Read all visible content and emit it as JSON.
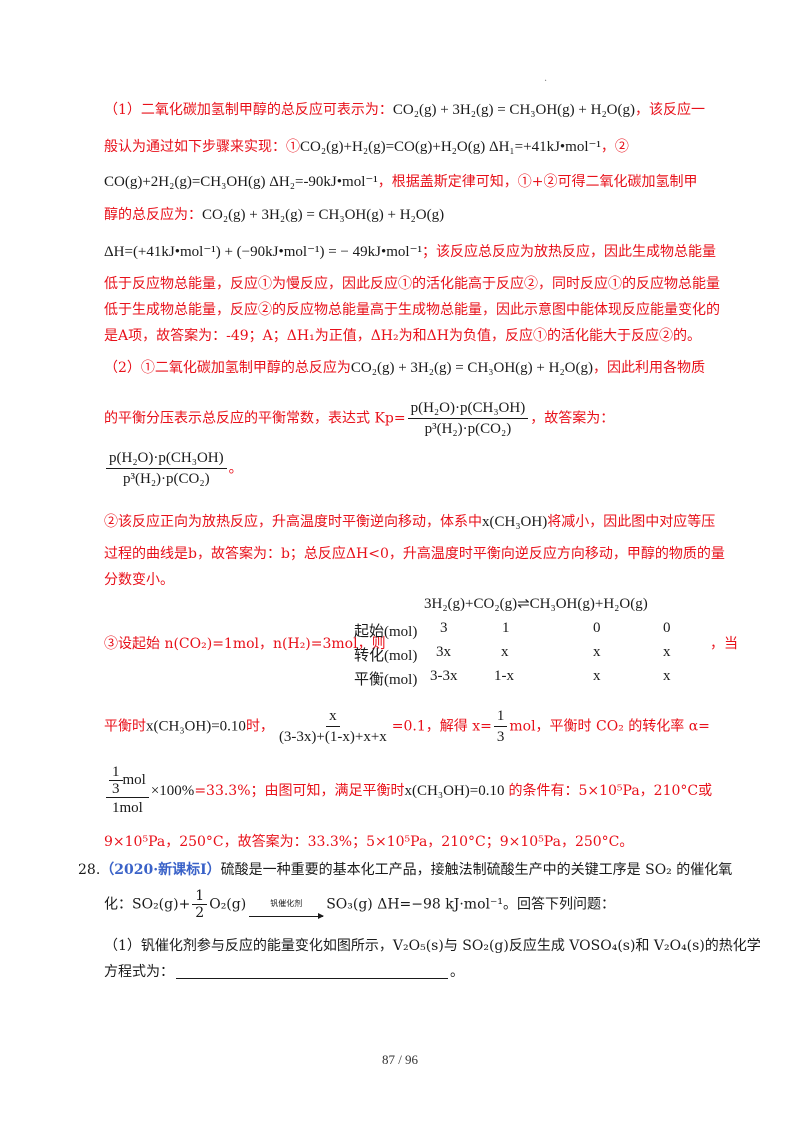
{
  "dot_mark": "·",
  "p1": {
    "intro": "（1）二氧化碳加氢制甲醇的总反应可表示为：",
    "total_eq": "CO₂(g) + 3H₂(g) = CH₃OH(g) + H₂O(g)",
    "intro_tail": "，该反应一",
    "l2_a": "般认为通过如下步骤来实现：①",
    "step1": "CO₂(g)+H₂(g)=CO(g)+H₂O(g)   ΔH₁=+41kJ•mol⁻¹",
    "l2_b": "，②",
    "step2": "CO(g)+2H₂(g)=CH₃OH(g)   ΔH₂=-90kJ•mol⁻¹",
    "l3_b": "，根据盖斯定律可知，①+②可得二氧化碳加氢制甲",
    "l4_a": "醇的总反应为：",
    "total_eq2": "CO₂(g) + 3H₂(g) = CH₃OH(g) + H₂O(g)",
    "dh_expr": "ΔH=(+41kJ•mol⁻¹) + (−90kJ•mol⁻¹) = − 49kJ•mol⁻¹",
    "l5_b": "；该反应总反应为放热反应，因此生成物总能量",
    "l6": "低于反应物总能量，反应①为慢反应，因此反应①的活化能高于反应②，同时反应①的反应物总能量",
    "l7": "低于生成物总能量，反应②的反应物总能量高于生成物总能量，因此示意图中能体现反应能量变化的",
    "l8": "是A项，故答案为：-49；A；ΔH₁为正值，ΔH₂为和ΔH为负值，反应①的活化能大于反应②的。"
  },
  "p2": {
    "l1_a": "（2）①二氧化碳加氢制甲醇的总反应为",
    "eq": "CO₂(g) + 3H₂(g) = CH₃OH(g) + H₂O(g)",
    "l1_b": "，因此利用各物质",
    "l2_a": "的平衡分压表示总反应的平衡常数，表达式 Kp=",
    "kp_num": "p(H₂O)·p(CH₃OH)",
    "kp_den": "p³(H₂)·p(CO₂)",
    "l2_b": "，故答案为：",
    "ans_tail": "。",
    "l4_a": "②该反应正向为放热反应，升高温度时平衡逆向移动，体系中",
    "x_ch3oh": "x(CH₃OH)",
    "l4_b": "将减小，因此图中对应等压",
    "l5": "过程的曲线是b，故答案为：b；总反应ΔH<0，升高温度时平衡向逆反应方向移动，甲醇的物质的量",
    "l6": "分数变小。"
  },
  "p3": {
    "lead": "③设起始 n(CO₂)=1mol，n(H₂)=3mol，则",
    "tail": "，当",
    "header_eq": "3H₂(g)+CO₂(g)⇌CH₃OH(g)+H₂O(g)",
    "rows": [
      {
        "label": "起始(mol)",
        "c1": "3",
        "c2": "1",
        "c3": "0",
        "c4": "0"
      },
      {
        "label": "转化(mol)",
        "c1": "3x",
        "c2": "x",
        "c3": "x",
        "c4": "x"
      },
      {
        "label": "平衡(mol)",
        "c1": "3-3x",
        "c2": "1-x",
        "c3": "x",
        "c4": "x"
      }
    ],
    "eq_a": "平衡时",
    "eq_x": "x(CH₃OH)=0.10",
    "eq_b": "时，",
    "frac_num": "x",
    "frac_den": "(3-3x)+(1-x)+x+x",
    "eq_c": "=0.1，解得 x=",
    "x_num": "1",
    "x_den": "3",
    "eq_d": "mol，平衡时 CO₂ 的转化率 α=",
    "conv_num_top": "1",
    "conv_num_unit_den": "3",
    "conv_num_unit": "mol",
    "conv_den": "1mol",
    "conv_tail": "×100%",
    "conv_res": "=33.3%；由图可知，满足平衡时",
    "conv_x": "x(CH₃OH)=0.10",
    "conv_cond": "的条件有：5×10⁵Pa，210°C或",
    "final": "9×10⁵Pa，250°C，故答案为：33.3%；5×10⁵Pa，210°C；9×10⁵Pa，250°C。"
  },
  "q28": {
    "num": "28.",
    "src": "（2020·新课标Ⅰ）",
    "text1": "硫酸是一种重要的基本化工产品，接触法制硫酸生产中的关键工序是 SO₂ 的催化氧",
    "l2_a": "化：SO₂(g)+",
    "half_num": "1",
    "half_den": "2",
    "l2_b": "O₂(g)",
    "catalyst": "钒催化剂",
    "l2_c": "SO₃(g)   ΔH=−98 kJ·mol⁻¹。回答下列问题：",
    "sub1": "（1）钒催化剂参与反应的能量变化如图所示，V₂O₅(s)与 SO₂(g)反应生成 VOSO₄(s)和 V₂O₄(s)的热化学",
    "sub1_b": "方程式为：",
    "sub1_end": "。"
  },
  "footer": {
    "page": "87  /  96"
  }
}
